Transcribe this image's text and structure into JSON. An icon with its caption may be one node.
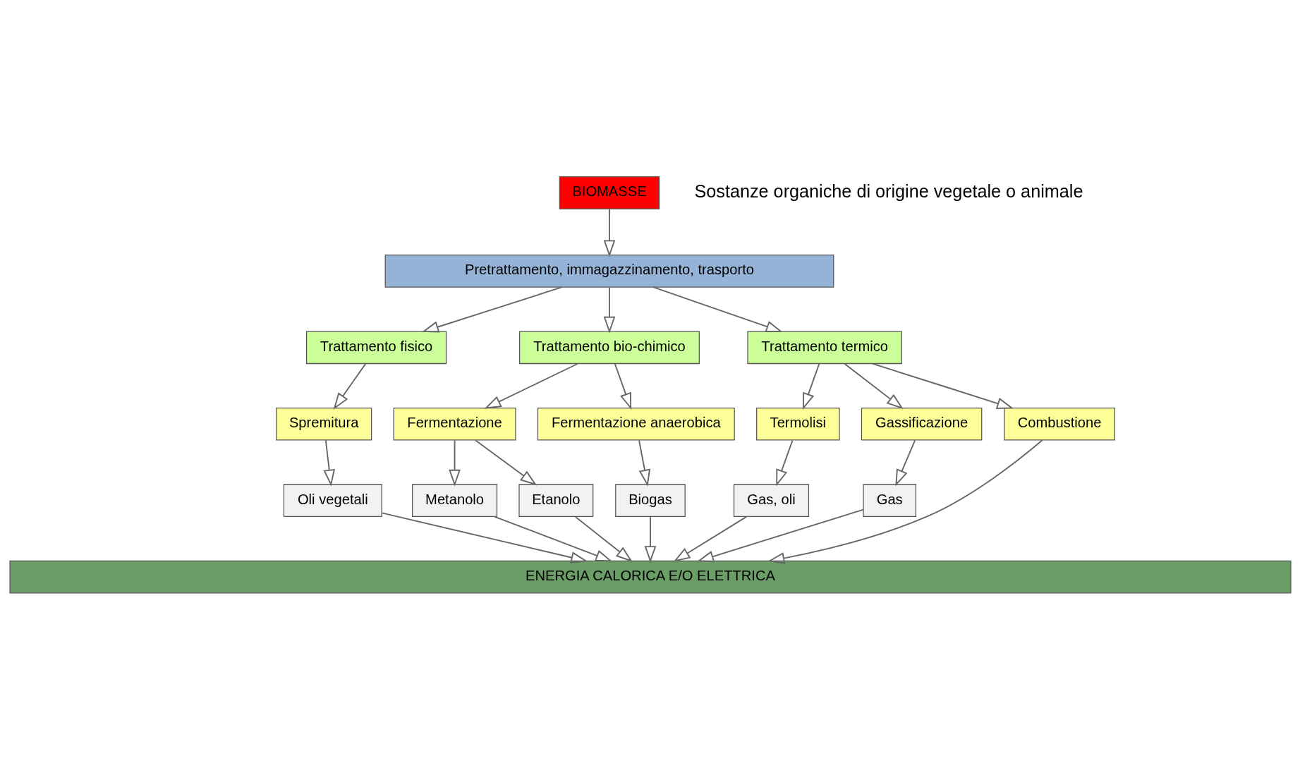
{
  "diagram": {
    "nodes": [
      {
        "text": [
          "BIOMASSE"
        ],
        "beside": [
          "Sostanze organiche di origine vegetale o animale"
        ]
      },
      {
        "text": [
          "Pretrattamento, immagazzinamento, trasporto"
        ]
      },
      {
        "text": [
          "Trattamento fisico"
        ]
      },
      {
        "text": [
          "Trattamento bio-chimico"
        ]
      },
      {
        "text": [
          "Trattamento termico"
        ]
      },
      {
        "text": [
          "Spremitura"
        ]
      },
      {
        "text": [
          "Fermentazione"
        ]
      },
      {
        "text": [
          "Fermentazione anaerobica"
        ]
      },
      {
        "text": [
          "Termolisi"
        ]
      },
      {
        "text": [
          "Gassificazione"
        ]
      },
      {
        "text": [
          "Combustione"
        ]
      },
      {
        "text": [
          "Oli vegetali"
        ]
      },
      {
        "text": [
          "Metanolo"
        ]
      },
      {
        "text": [
          "Etanolo"
        ]
      },
      {
        "text": [
          "Biogas"
        ]
      },
      {
        "text": [
          "Gas, oli"
        ]
      },
      {
        "text": [
          "Gas"
        ]
      },
      {
        "text": [
          "ENERGIA CALORICA E/O ELETTRICA"
        ]
      }
    ],
    "edges": [
      {
        "from": 0,
        "to": 1,
        "arrow": "to"
      },
      {
        "from": 1,
        "to": 2,
        "arrow": "to"
      },
      {
        "from": 1,
        "to": 3,
        "arrow": "to"
      },
      {
        "from": 1,
        "to": 4,
        "arrow": "to"
      },
      {
        "from": 2,
        "to": 5,
        "arrow": "to"
      },
      {
        "from": 3,
        "to": 6,
        "arrow": "to"
      },
      {
        "from": 3,
        "to": 7,
        "arrow": "to"
      },
      {
        "from": 4,
        "to": 8,
        "arrow": "to"
      },
      {
        "from": 4,
        "to": 9,
        "arrow": "to"
      },
      {
        "from": 4,
        "to": 10,
        "arrow": "to"
      },
      {
        "from": 5,
        "to": 11,
        "arrow": "to"
      },
      {
        "from": 6,
        "to": 12,
        "arrow": "to"
      },
      {
        "from": 6,
        "to": 13,
        "arrow": "to"
      },
      {
        "from": 7,
        "to": 14,
        "arrow": "to"
      },
      {
        "from": 8,
        "to": 15,
        "arrow": "to"
      },
      {
        "from": 9,
        "to": 16,
        "arrow": "to"
      },
      {
        "from": 11,
        "to": 17,
        "arrow": "to"
      },
      {
        "from": 12,
        "to": 17,
        "arrow": "to"
      },
      {
        "from": 13,
        "to": 17,
        "arrow": "to"
      },
      {
        "from": 14,
        "to": 17,
        "arrow": "to"
      },
      {
        "from": 15,
        "to": 17,
        "arrow": "to"
      },
      {
        "from": 16,
        "to": 17,
        "arrow": "to"
      },
      {
        "from": 10,
        "to": 17,
        "arrow": "to"
      }
    ]
  }
}
